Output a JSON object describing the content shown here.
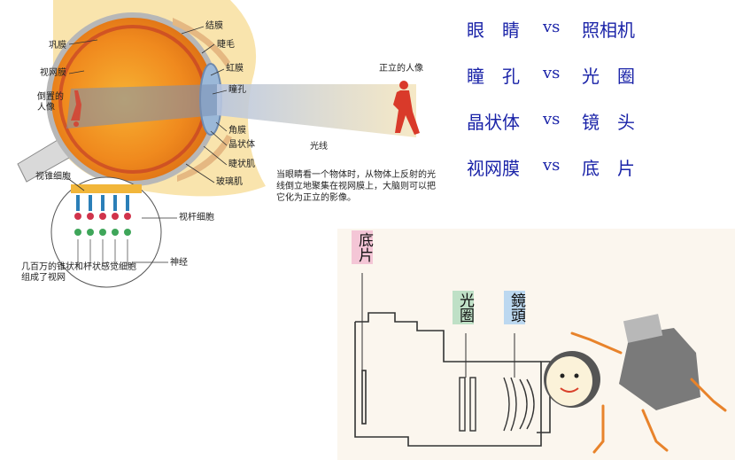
{
  "eye_diagram": {
    "labels": {
      "sclera": "巩膜",
      "conjunctiva": "结膜",
      "eyelash": "睫毛",
      "retina": "视网膜",
      "iris": "虹膜",
      "inverted_image": "倒置的人像",
      "pupil": "瞳孔",
      "upright_image": "正立的人像",
      "cornea": "角膜",
      "lens": "晶状体",
      "light": "光线",
      "ciliary_muscle": "睫状肌",
      "vitreous": "玻璃肌",
      "cone_cells": "视锥细胞",
      "rod_cells": "视杆细胞",
      "nerve": "神经",
      "cells_note": "几百万的锥状和杆状感觉细胞组成了视网"
    },
    "description": "当眼睛看一个物体时，从物体上反射的光线倒立地聚集在视网膜上，大脑则可以把它化为正立的影像。"
  },
  "comparison": [
    {
      "left": "眼　睛",
      "vs": "vs",
      "right": "照相机"
    },
    {
      "left": "瞳　孔",
      "vs": "vs",
      "right": "光　圈"
    },
    {
      "left": "晶状体",
      "vs": "vs",
      "right": "镜　头"
    },
    {
      "left": "视网膜",
      "vs": "vs",
      "right": "底　片"
    }
  ],
  "camera_diagram": {
    "film_label": "底片",
    "aperture_label": "光圈",
    "lens_label": "鏡頭"
  },
  "colors": {
    "comparison_text": "#1a23a8",
    "film_tag": "#f4c6d6",
    "aperture_tag": "#bfe0c6",
    "lens_tag": "#bcd8f0"
  }
}
